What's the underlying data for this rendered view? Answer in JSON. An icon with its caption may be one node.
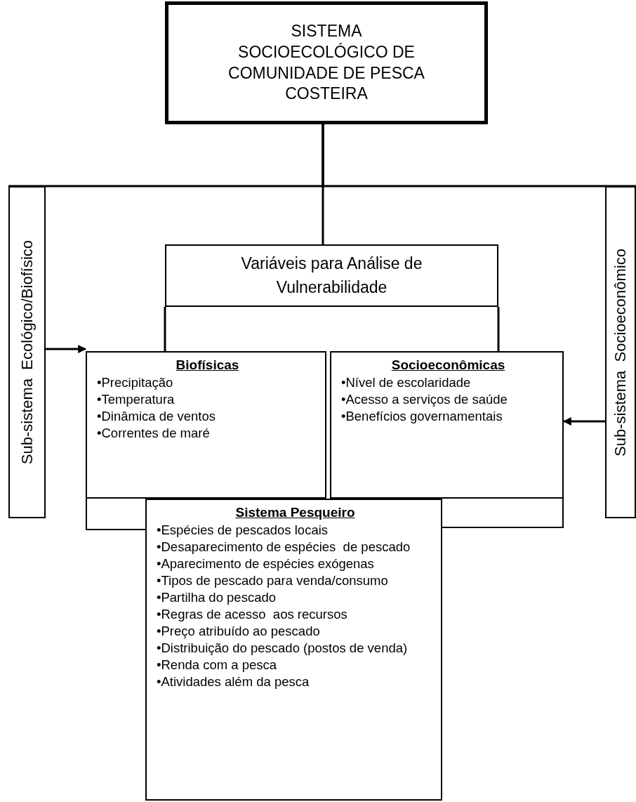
{
  "diagram": {
    "nodes": [
      {
        "text": [
          "SISTEMA SOCIOECOLÓGICO DE COMUNIDADE DE PESCA COSTEIRA"
        ]
      },
      {
        "text": [
          "Sub-sistema  Ecológico/Biofísico"
        ]
      },
      {
        "text": [
          "Variáveis para Análise de Vulnerabilidade"
        ]
      },
      {
        "text": [
          "Sub-sistema  Socioeconômico"
        ]
      },
      {
        "text": [
          "Biofísicas",
          "•Precipitação",
          "•Temperatura",
          "•Dinâmica de ventos",
          "•Correntes de maré"
        ]
      },
      {
        "text": [
          "Socioeconômicas",
          "•Nível de escolaridade",
          "•Acesso a serviços de saúde",
          "•Benefícios governamentais"
        ]
      },
      {
        "text": [
          "Sistema Pesqueiro",
          "•Espécies de pescados locais",
          "•Desaparecimento de espécies  de pescado",
          "•Aparecimento de espécies exógenas",
          "•Tipos de pescado para venda/consumo",
          "•Partilha do pescado",
          "•Regras de acesso  aos recursos",
          "•Preço atribuído ao pescado",
          "•Distribuição do pescado (postos de venda)",
          "•Renda com a pesca",
          "•Atividades além da pesca"
        ]
      }
    ],
    "edges": [
      {
        "from": 0,
        "to": 1,
        "arrow": "none"
      },
      {
        "from": 0,
        "to": 2,
        "arrow": "none"
      },
      {
        "from": 0,
        "to": 3,
        "arrow": "none"
      },
      {
        "from": 2,
        "to": 4,
        "arrow": "none"
      },
      {
        "from": 2,
        "to": 5,
        "arrow": "none"
      },
      {
        "from": 1,
        "to": 4,
        "arrow": "to"
      },
      {
        "from": 3,
        "to": 5,
        "arrow": "to"
      }
    ]
  }
}
